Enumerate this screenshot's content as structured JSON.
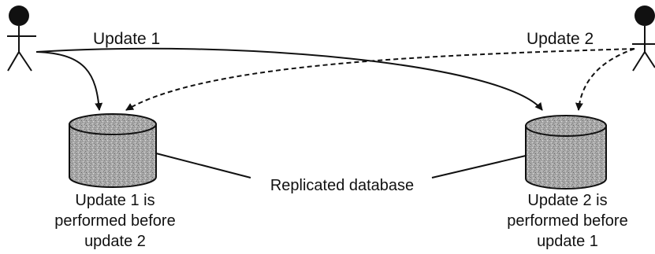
{
  "labels": {
    "update1": "Update 1",
    "update2": "Update 2",
    "replicated": "Replicated database",
    "left_caption": [
      "Update 1 is",
      "performed before",
      "update 2"
    ],
    "right_caption": [
      "Update 2 is",
      "performed before",
      "update 1"
    ]
  },
  "colors": {
    "ink": "#111111",
    "database_fill": "#a9a9a9",
    "database_top": "#f2f2f2",
    "background": "#ffffff"
  }
}
